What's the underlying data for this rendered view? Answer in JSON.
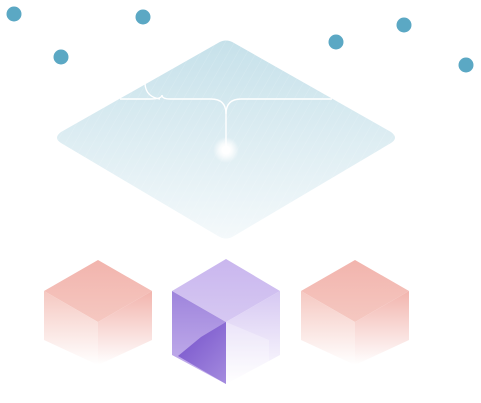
{
  "colors": {
    "background": "#ffffff",
    "node_dot": "#5ba8c4",
    "platform_light": "#f4f9fb",
    "platform_dark": "#c6e1ea",
    "platform_grid": "#ffffff",
    "connector_line": "#ffffff",
    "glow_core": "#ffffff",
    "block_coral_top": "#f2b4ad",
    "block_coral_side": "#f5c8c1",
    "block_coral_fade": "#ffffff",
    "block_violet_top": "#c9b6ee",
    "block_violet_left": "#9e84dc",
    "block_violet_right": "#d6c8f2",
    "block_violet_inner": "#6a43c6"
  },
  "diagram": {
    "node_count": 6,
    "block_count": 3,
    "highlighted_block": "center",
    "icons": [
      "node-dot-icon",
      "platform-icon",
      "cube-icon"
    ]
  }
}
